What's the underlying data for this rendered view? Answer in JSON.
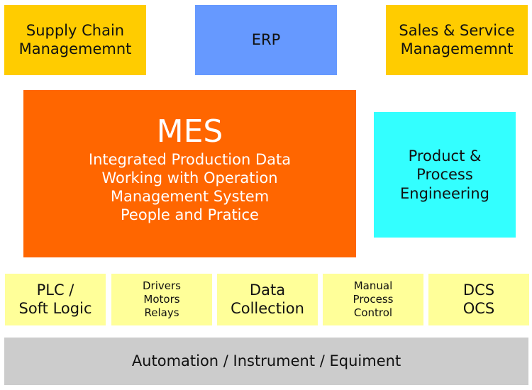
{
  "colors": {
    "yellow": "#FFCC00",
    "blue": "#6699FF",
    "orange": "#FF6600",
    "cyan": "#33FFFF",
    "pale_yellow": "#FFFF99",
    "gray": "#CCCCCC"
  },
  "top_row": {
    "supply_chain": [
      "Supply Chain",
      "Managememnt"
    ],
    "erp": "ERP",
    "sales_service": [
      "Sales & Service",
      "Managememnt"
    ]
  },
  "mes": {
    "title": "MES",
    "lines": [
      "Integrated Production Data",
      "Working with Operation",
      "Management System",
      "People and Pratice"
    ]
  },
  "product_process": [
    "Product &",
    "Process",
    "Engineering"
  ],
  "modules": {
    "plc": [
      "PLC /",
      "Soft Logic"
    ],
    "drivers": [
      "Drivers",
      "Motors",
      "Relays"
    ],
    "data_collection": [
      "Data",
      "Collection"
    ],
    "manual": [
      "Manual",
      "Process",
      "Control"
    ],
    "dcs": [
      "DCS",
      "OCS"
    ]
  },
  "automation": "Automation / Instrument / Equiment"
}
